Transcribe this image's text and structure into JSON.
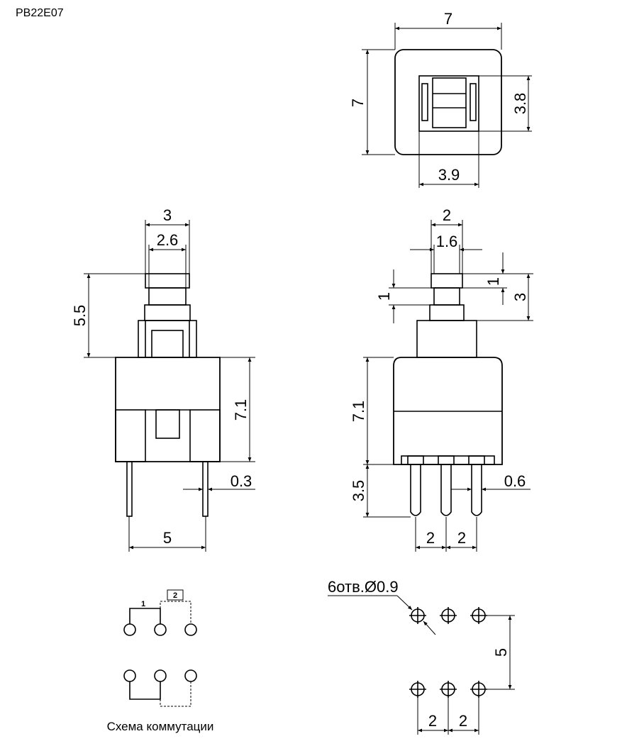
{
  "part_code": "PB22E07",
  "top_view": {
    "width": "7",
    "height": "7",
    "window_h": "3.8",
    "window_w": "3.9"
  },
  "front_view": {
    "stem_outer": "3",
    "stem_inner": "2.6",
    "stem_height": "5.5",
    "body_height": "7.1",
    "pin_thickness": "0.3",
    "pin_spacing": "5"
  },
  "side_view": {
    "stem_outer": "2",
    "stem_inner": "1.6",
    "step_left": "1",
    "step_right": "1",
    "travel": "3",
    "body_height": "7.1",
    "pin_length": "3.5",
    "pin_width": "0.6",
    "pitch_1": "2",
    "pitch_2": "2"
  },
  "schematic": {
    "label_1": "1",
    "label_2": "2",
    "caption": "Схема коммутации"
  },
  "pcb_layout": {
    "holes": "6отв.Ø0.9",
    "row_spacing": "5",
    "pitch_1": "2",
    "pitch_2": "2"
  }
}
